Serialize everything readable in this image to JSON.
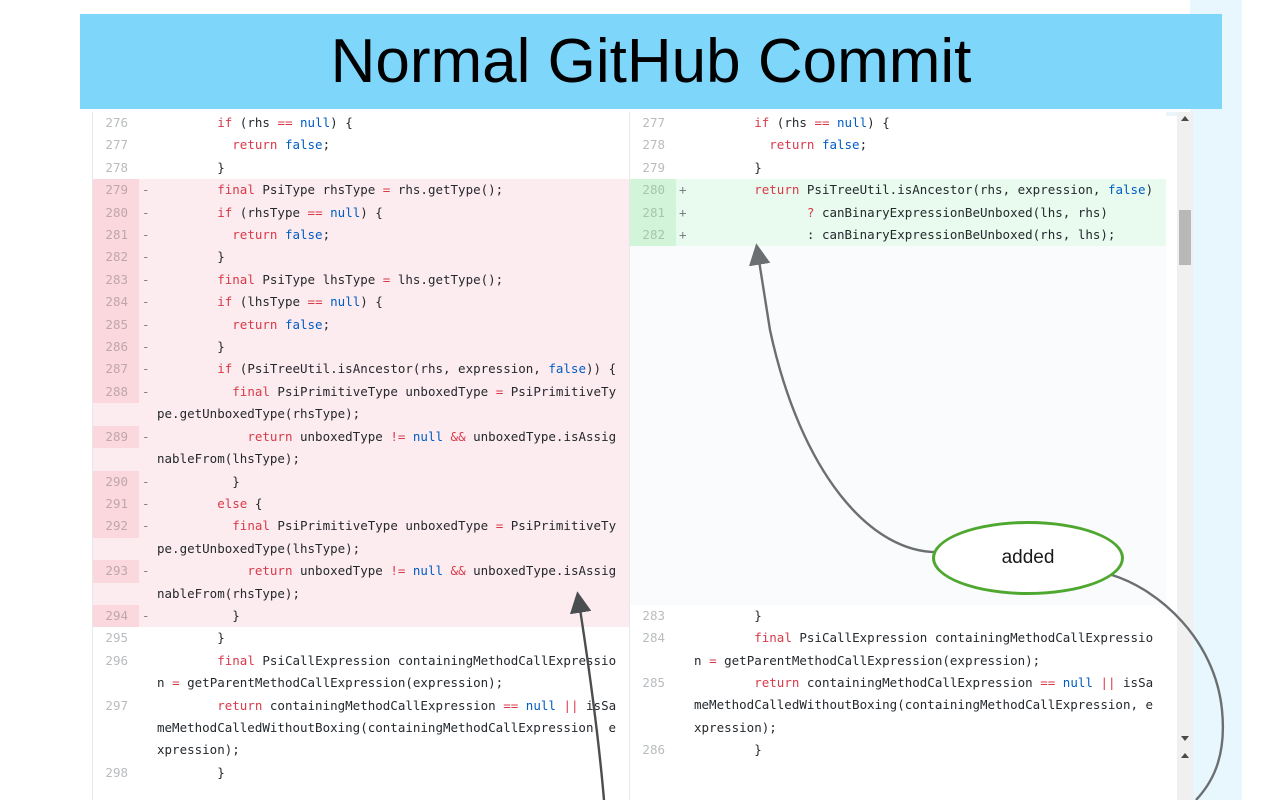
{
  "slide": {
    "title": "Normal GitHub Commit",
    "banner_color": "#7fd6fb",
    "background_color": "#ffffff"
  },
  "annotation": {
    "bubble_label": "added",
    "bubble_border_color": "#4ea72e",
    "arrow_color": "#6b6f72"
  },
  "scrollbar": {
    "up_arrow_icon": "triangle-up",
    "down_arrow_icon": "triangle-down",
    "second_up_arrow_icon": "triangle-up",
    "thumb_color": "#b8b8b8",
    "track_color": "#f0f0f0"
  },
  "diff": {
    "colors": {
      "deleted_bg": "#fdecef",
      "deleted_gutter": "#fbd8de",
      "added_bg": "#e9fbee",
      "added_gutter": "#d2f5d9",
      "context_bg": "#ffffff",
      "keyword": "#d73a49",
      "constant": "#005cc5",
      "plain": "#24292e",
      "line_number": "#b9bcbe"
    },
    "left_pane": {
      "name": "old-version",
      "rows": [
        {
          "num": "276",
          "marker": "",
          "type": "ctx",
          "tokens": [
            {
              "t": "        ",
              "c": "p"
            },
            {
              "t": "if",
              "c": "k"
            },
            {
              "t": " (rhs ",
              "c": "p"
            },
            {
              "t": "==",
              "c": "op"
            },
            {
              "t": " ",
              "c": "p"
            },
            {
              "t": "null",
              "c": "c"
            },
            {
              "t": ") {",
              "c": "p"
            }
          ]
        },
        {
          "num": "277",
          "marker": "",
          "type": "ctx",
          "tokens": [
            {
              "t": "          ",
              "c": "p"
            },
            {
              "t": "return",
              "c": "k"
            },
            {
              "t": " ",
              "c": "p"
            },
            {
              "t": "false",
              "c": "c"
            },
            {
              "t": ";",
              "c": "p"
            }
          ]
        },
        {
          "num": "278",
          "marker": "",
          "type": "ctx",
          "tokens": [
            {
              "t": "        }",
              "c": "p"
            }
          ]
        },
        {
          "num": "279",
          "marker": "-",
          "type": "del",
          "tokens": [
            {
              "t": "        ",
              "c": "p"
            },
            {
              "t": "final",
              "c": "k"
            },
            {
              "t": " PsiType rhsType ",
              "c": "p"
            },
            {
              "t": "=",
              "c": "op"
            },
            {
              "t": " rhs.getType();",
              "c": "p"
            }
          ]
        },
        {
          "num": "280",
          "marker": "-",
          "type": "del",
          "tokens": [
            {
              "t": "        ",
              "c": "p"
            },
            {
              "t": "if",
              "c": "k"
            },
            {
              "t": " (rhsType ",
              "c": "p"
            },
            {
              "t": "==",
              "c": "op"
            },
            {
              "t": " ",
              "c": "p"
            },
            {
              "t": "null",
              "c": "c"
            },
            {
              "t": ") {",
              "c": "p"
            }
          ]
        },
        {
          "num": "281",
          "marker": "-",
          "type": "del",
          "tokens": [
            {
              "t": "          ",
              "c": "p"
            },
            {
              "t": "return",
              "c": "k"
            },
            {
              "t": " ",
              "c": "p"
            },
            {
              "t": "false",
              "c": "c"
            },
            {
              "t": ";",
              "c": "p"
            }
          ]
        },
        {
          "num": "282",
          "marker": "-",
          "type": "del",
          "tokens": [
            {
              "t": "        }",
              "c": "p"
            }
          ]
        },
        {
          "num": "283",
          "marker": "-",
          "type": "del",
          "tokens": [
            {
              "t": "        ",
              "c": "p"
            },
            {
              "t": "final",
              "c": "k"
            },
            {
              "t": " PsiType lhsType ",
              "c": "p"
            },
            {
              "t": "=",
              "c": "op"
            },
            {
              "t": " lhs.getType();",
              "c": "p"
            }
          ]
        },
        {
          "num": "284",
          "marker": "-",
          "type": "del",
          "tokens": [
            {
              "t": "        ",
              "c": "p"
            },
            {
              "t": "if",
              "c": "k"
            },
            {
              "t": " (lhsType ",
              "c": "p"
            },
            {
              "t": "==",
              "c": "op"
            },
            {
              "t": " ",
              "c": "p"
            },
            {
              "t": "null",
              "c": "c"
            },
            {
              "t": ") {",
              "c": "p"
            }
          ]
        },
        {
          "num": "285",
          "marker": "-",
          "type": "del",
          "tokens": [
            {
              "t": "          ",
              "c": "p"
            },
            {
              "t": "return",
              "c": "k"
            },
            {
              "t": " ",
              "c": "p"
            },
            {
              "t": "false",
              "c": "c"
            },
            {
              "t": ";",
              "c": "p"
            }
          ]
        },
        {
          "num": "286",
          "marker": "-",
          "type": "del",
          "tokens": [
            {
              "t": "        }",
              "c": "p"
            }
          ]
        },
        {
          "num": "287",
          "marker": "-",
          "type": "del",
          "tokens": [
            {
              "t": "        ",
              "c": "p"
            },
            {
              "t": "if",
              "c": "k"
            },
            {
              "t": " (PsiTreeUtil.isAncestor(rhs, expression, ",
              "c": "p"
            },
            {
              "t": "false",
              "c": "c"
            },
            {
              "t": ")) {",
              "c": "p"
            }
          ]
        },
        {
          "num": "288",
          "marker": "-",
          "type": "del",
          "tokens": [
            {
              "t": "          ",
              "c": "p"
            },
            {
              "t": "final",
              "c": "k"
            },
            {
              "t": " PsiPrimitiveType unboxedType ",
              "c": "p"
            },
            {
              "t": "=",
              "c": "op"
            },
            {
              "t": " PsiPrimitiveType.getUnboxedType(rhsType);",
              "c": "p"
            }
          ]
        },
        {
          "num": "289",
          "marker": "-",
          "type": "del",
          "tokens": [
            {
              "t": "            ",
              "c": "p"
            },
            {
              "t": "return",
              "c": "k"
            },
            {
              "t": " unboxedType ",
              "c": "p"
            },
            {
              "t": "!=",
              "c": "op"
            },
            {
              "t": " ",
              "c": "p"
            },
            {
              "t": "null",
              "c": "c"
            },
            {
              "t": " ",
              "c": "p"
            },
            {
              "t": "&&",
              "c": "op"
            },
            {
              "t": " unboxedType.isAssignableFrom(lhsType);",
              "c": "p"
            }
          ]
        },
        {
          "num": "290",
          "marker": "-",
          "type": "del",
          "tokens": [
            {
              "t": "          }",
              "c": "p"
            }
          ]
        },
        {
          "num": "291",
          "marker": "-",
          "type": "del",
          "tokens": [
            {
              "t": "        ",
              "c": "p"
            },
            {
              "t": "else",
              "c": "k"
            },
            {
              "t": " {",
              "c": "p"
            }
          ]
        },
        {
          "num": "292",
          "marker": "-",
          "type": "del",
          "tokens": [
            {
              "t": "          ",
              "c": "p"
            },
            {
              "t": "final",
              "c": "k"
            },
            {
              "t": " PsiPrimitiveType unboxedType ",
              "c": "p"
            },
            {
              "t": "=",
              "c": "op"
            },
            {
              "t": " PsiPrimitiveType.getUnboxedType(lhsType);",
              "c": "p"
            }
          ]
        },
        {
          "num": "293",
          "marker": "-",
          "type": "del",
          "tokens": [
            {
              "t": "            ",
              "c": "p"
            },
            {
              "t": "return",
              "c": "k"
            },
            {
              "t": " unboxedType ",
              "c": "p"
            },
            {
              "t": "!=",
              "c": "op"
            },
            {
              "t": " ",
              "c": "p"
            },
            {
              "t": "null",
              "c": "c"
            },
            {
              "t": " ",
              "c": "p"
            },
            {
              "t": "&&",
              "c": "op"
            },
            {
              "t": " unboxedType.isAssignableFrom(rhsType);",
              "c": "p"
            }
          ]
        },
        {
          "num": "294",
          "marker": "-",
          "type": "del",
          "tokens": [
            {
              "t": "          }",
              "c": "p"
            }
          ]
        },
        {
          "num": "295",
          "marker": "",
          "type": "ctx",
          "tokens": [
            {
              "t": "        }",
              "c": "p"
            }
          ]
        },
        {
          "num": "296",
          "marker": "",
          "type": "ctx",
          "tokens": [
            {
              "t": "        ",
              "c": "p"
            },
            {
              "t": "final",
              "c": "k"
            },
            {
              "t": " PsiCallExpression containingMethodCallExpression ",
              "c": "p"
            },
            {
              "t": "=",
              "c": "op"
            },
            {
              "t": " getParentMethodCallExpression(expression);",
              "c": "p"
            }
          ]
        },
        {
          "num": "297",
          "marker": "",
          "type": "ctx",
          "tokens": [
            {
              "t": "        ",
              "c": "p"
            },
            {
              "t": "return",
              "c": "k"
            },
            {
              "t": " containingMethodCallExpression ",
              "c": "p"
            },
            {
              "t": "==",
              "c": "op"
            },
            {
              "t": " ",
              "c": "p"
            },
            {
              "t": "null",
              "c": "c"
            },
            {
              "t": " ",
              "c": "p"
            },
            {
              "t": "||",
              "c": "op"
            },
            {
              "t": " isSameMethodCalledWithoutBoxing(containingMethodCallExpression, expression);",
              "c": "p"
            }
          ]
        },
        {
          "num": "298",
          "marker": "",
          "type": "ctx",
          "tokens": [
            {
              "t": "        }",
              "c": "p"
            }
          ]
        }
      ]
    },
    "right_pane": {
      "name": "new-version",
      "rows": [
        {
          "num": "277",
          "marker": "",
          "type": "ctx",
          "tokens": [
            {
              "t": "        ",
              "c": "p"
            },
            {
              "t": "if",
              "c": "k"
            },
            {
              "t": " (rhs ",
              "c": "p"
            },
            {
              "t": "==",
              "c": "op"
            },
            {
              "t": " ",
              "c": "p"
            },
            {
              "t": "null",
              "c": "c"
            },
            {
              "t": ") {",
              "c": "p"
            }
          ]
        },
        {
          "num": "278",
          "marker": "",
          "type": "ctx",
          "tokens": [
            {
              "t": "          ",
              "c": "p"
            },
            {
              "t": "return",
              "c": "k"
            },
            {
              "t": " ",
              "c": "p"
            },
            {
              "t": "false",
              "c": "c"
            },
            {
              "t": ";",
              "c": "p"
            }
          ]
        },
        {
          "num": "279",
          "marker": "",
          "type": "ctx",
          "tokens": [
            {
              "t": "        }",
              "c": "p"
            }
          ]
        },
        {
          "num": "280",
          "marker": "+",
          "type": "add",
          "tokens": [
            {
              "t": "        ",
              "c": "p"
            },
            {
              "t": "return",
              "c": "k"
            },
            {
              "t": " PsiTreeUtil.isAncestor(rhs, expression, ",
              "c": "p"
            },
            {
              "t": "false",
              "c": "c"
            },
            {
              "t": ")",
              "c": "p"
            }
          ]
        },
        {
          "num": "281",
          "marker": "+",
          "type": "add",
          "tokens": [
            {
              "t": "               ",
              "c": "p"
            },
            {
              "t": "?",
              "c": "op"
            },
            {
              "t": " canBinaryExpressionBeUnboxed(lhs, rhs)",
              "c": "p"
            }
          ]
        },
        {
          "num": "282",
          "marker": "+",
          "type": "add",
          "tokens": [
            {
              "t": "               : canBinaryExpressionBeUnboxed(rhs, lhs);",
              "c": "p"
            }
          ]
        },
        {
          "num": "",
          "marker": "",
          "type": "blank",
          "tokens": []
        },
        {
          "num": "",
          "marker": "",
          "type": "blank",
          "tokens": []
        },
        {
          "num": "",
          "marker": "",
          "type": "blank",
          "tokens": []
        },
        {
          "num": "",
          "marker": "",
          "type": "blank",
          "tokens": []
        },
        {
          "num": "",
          "marker": "",
          "type": "blank",
          "tokens": []
        },
        {
          "num": "",
          "marker": "",
          "type": "blank",
          "tokens": []
        },
        {
          "num": "",
          "marker": "",
          "type": "blank",
          "tokens": []
        },
        {
          "num": "",
          "marker": "",
          "type": "blank",
          "tokens": []
        },
        {
          "num": "",
          "marker": "",
          "type": "blank",
          "tokens": []
        },
        {
          "num": "",
          "marker": "",
          "type": "blank",
          "tokens": []
        },
        {
          "num": "",
          "marker": "",
          "type": "blank",
          "tokens": []
        },
        {
          "num": "",
          "marker": "",
          "type": "blank",
          "tokens": []
        },
        {
          "num": "",
          "marker": "",
          "type": "blank",
          "tokens": []
        },
        {
          "num": "",
          "marker": "",
          "type": "blank",
          "tokens": []
        },
        {
          "num": "",
          "marker": "",
          "type": "blank",
          "tokens": []
        },
        {
          "num": "",
          "marker": "",
          "type": "blank",
          "tokens": []
        },
        {
          "num": "283",
          "marker": "",
          "type": "ctx",
          "tokens": [
            {
              "t": "        }",
              "c": "p"
            }
          ]
        },
        {
          "num": "284",
          "marker": "",
          "type": "ctx",
          "tokens": [
            {
              "t": "        ",
              "c": "p"
            },
            {
              "t": "final",
              "c": "k"
            },
            {
              "t": " PsiCallExpression containingMethodCallExpression ",
              "c": "p"
            },
            {
              "t": "=",
              "c": "op"
            },
            {
              "t": " getParentMethodCallExpression(expression);",
              "c": "p"
            }
          ]
        },
        {
          "num": "285",
          "marker": "",
          "type": "ctx",
          "tokens": [
            {
              "t": "        ",
              "c": "p"
            },
            {
              "t": "return",
              "c": "k"
            },
            {
              "t": " containingMethodCallExpression ",
              "c": "p"
            },
            {
              "t": "==",
              "c": "op"
            },
            {
              "t": " ",
              "c": "p"
            },
            {
              "t": "null",
              "c": "c"
            },
            {
              "t": " ",
              "c": "p"
            },
            {
              "t": "||",
              "c": "op"
            },
            {
              "t": " isSameMethodCalledWithoutBoxing(containingMethodCallExpression, expression);",
              "c": "p"
            }
          ]
        },
        {
          "num": "286",
          "marker": "",
          "type": "ctx",
          "tokens": [
            {
              "t": "        }",
              "c": "p"
            }
          ]
        }
      ]
    }
  }
}
